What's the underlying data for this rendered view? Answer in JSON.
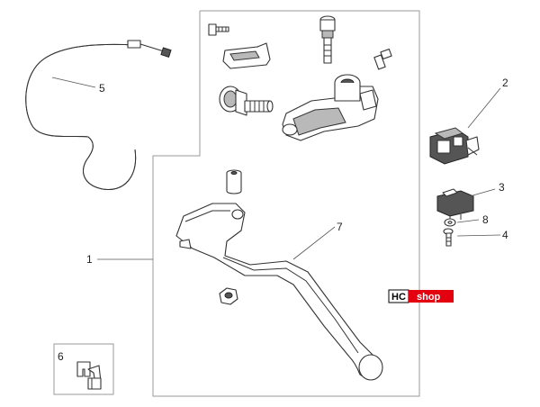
{
  "callouts": {
    "c1": "1",
    "c2": "2",
    "c3": "3",
    "c4": "4",
    "c5": "5",
    "c6": "6",
    "c7": "7",
    "c8": "8"
  },
  "watermark": {
    "hc": "HC",
    "shop": "shop",
    "hc_color": "#ffffff",
    "shop_color": "#e3000f"
  }
}
